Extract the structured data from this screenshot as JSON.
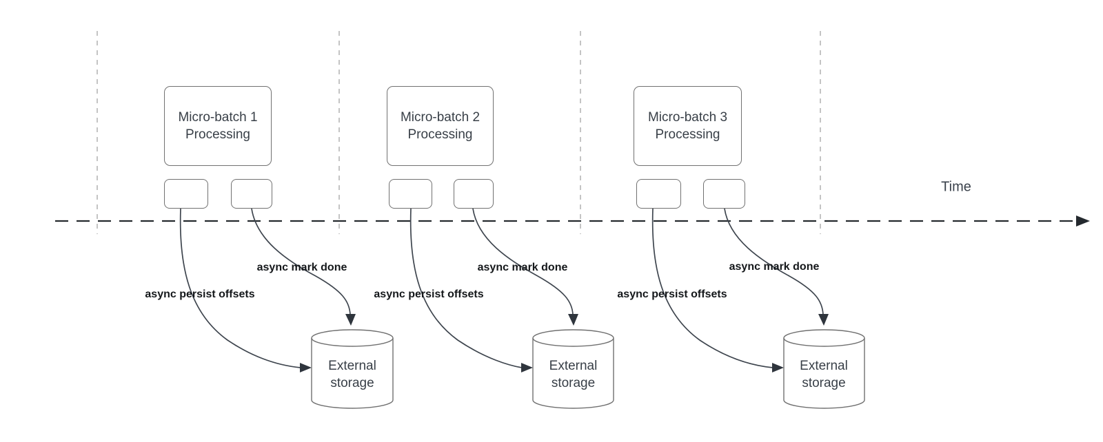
{
  "time_axis": {
    "label": "Time"
  },
  "groups": [
    {
      "box_line1": "Micro-batch 1",
      "box_line2": "Processing",
      "persist_label": "async persist offsets",
      "mark_done_label": "async mark done",
      "storage_line1": "External",
      "storage_line2": "storage"
    },
    {
      "box_line1": "Micro-batch 2",
      "box_line2": "Processing",
      "persist_label": "async persist offsets",
      "mark_done_label": "async mark done",
      "storage_line1": "External",
      "storage_line2": "storage"
    },
    {
      "box_line1": "Micro-batch 3",
      "box_line2": "Processing",
      "persist_label": "async persist offsets",
      "mark_done_label": "async mark done",
      "storage_line1": "External",
      "storage_line2": "storage"
    }
  ],
  "colors": {
    "background": "#ffffff",
    "shape_border": "#707070",
    "shape_text": "#383f47",
    "bold_label_text": "#14171a",
    "time_axis_stroke": "#24292e",
    "interval_guide_stroke": "#b5b5b5",
    "arrow_stroke": "#3e454e"
  }
}
